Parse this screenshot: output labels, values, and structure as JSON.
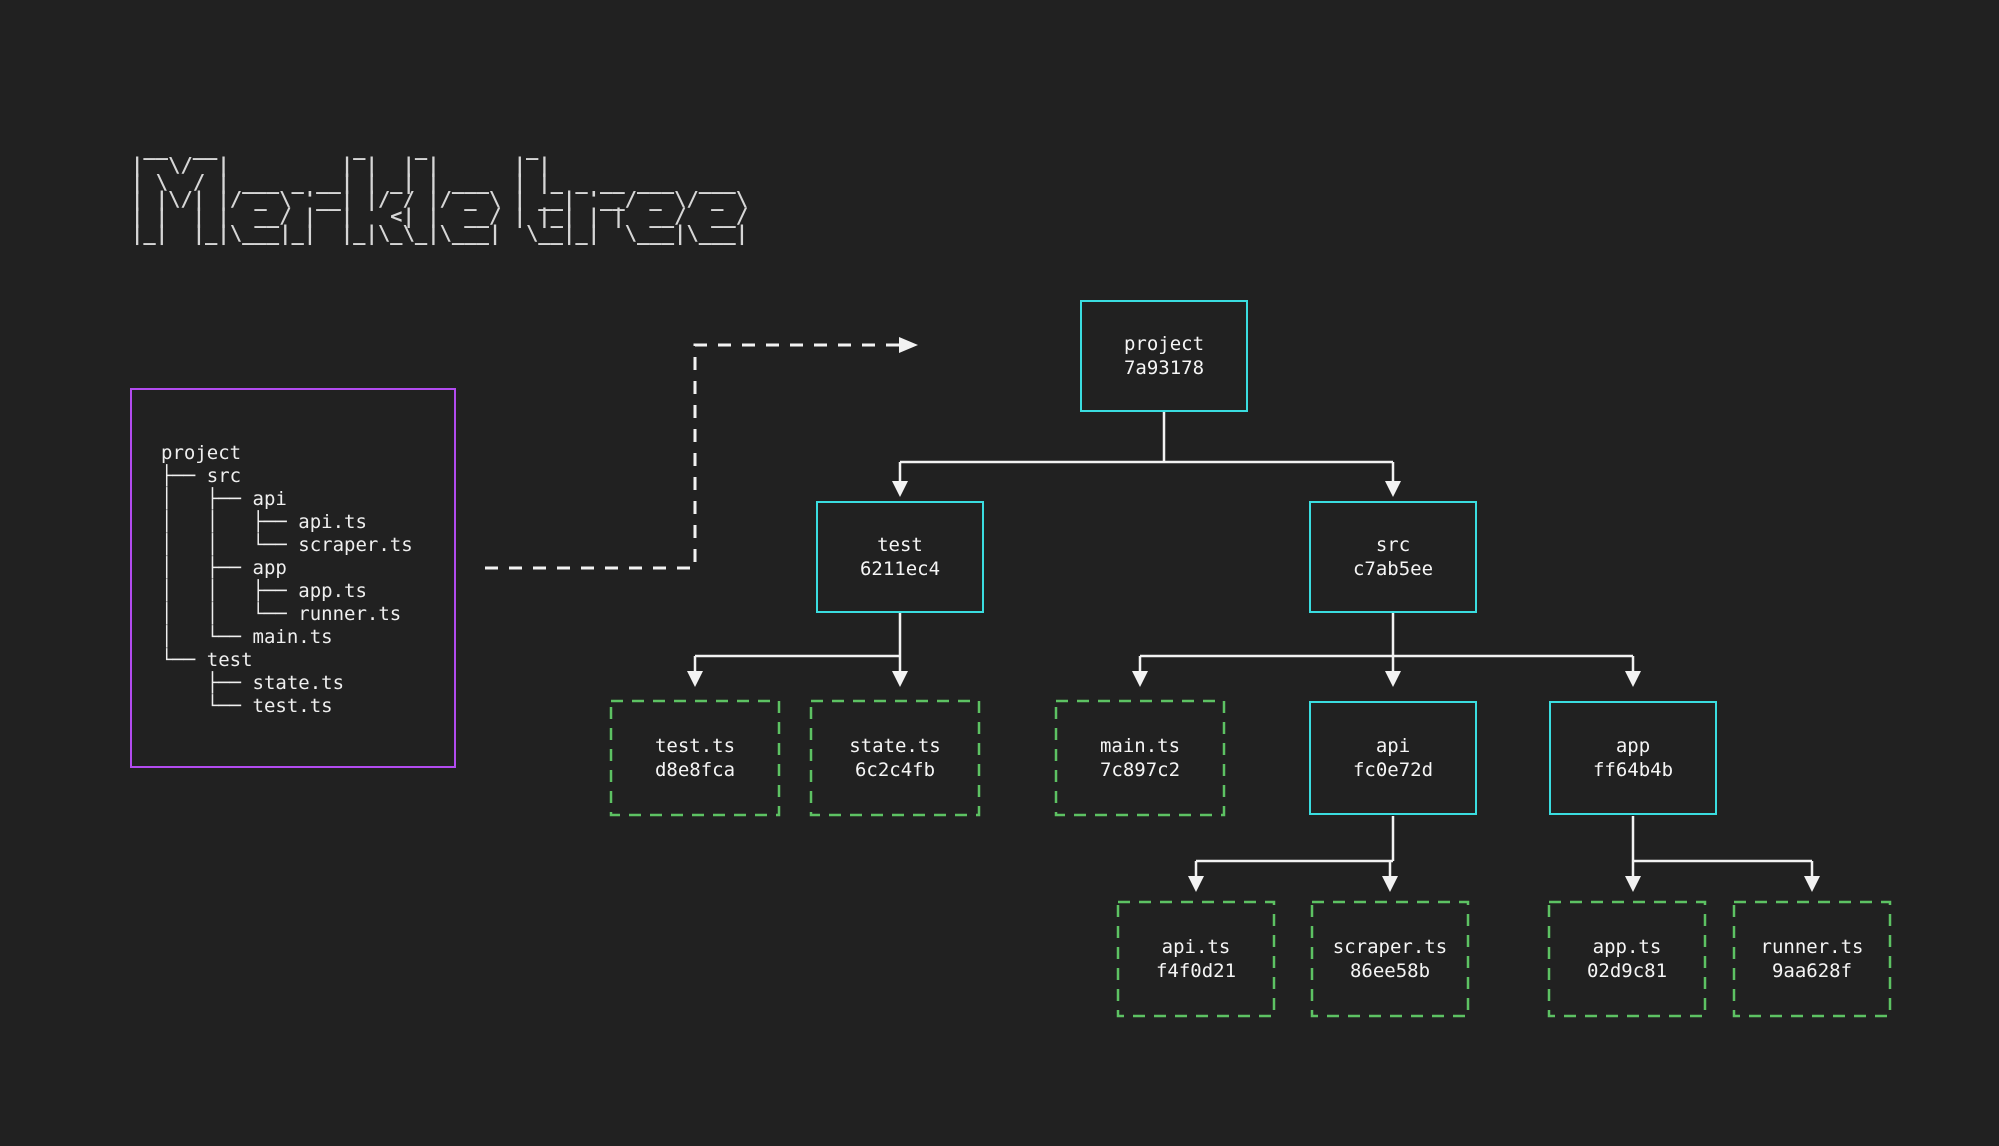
{
  "title": {
    "text": "Merkle tree",
    "ascii": " __  __           _    _        _                 \n|  \\/  |         | |  | |      | |                \n| \\  / | ___ _ __| | _| | ___  | |_ _ __ ___  ___ \n| |\\/| |/ _ \\ '__| |/ / |/ _ \\ | __| '__/ _ \\/ _ \\\n| |  | |  __/ |  |   <| |  __/ | |_| | |  __/  __/\n|_|  |_|\\___|_|  |_|\\_\\_|\\___|  \\__|_|  \\___|\\___|"
  },
  "file_tree": {
    "ascii": "project\n├── src\n│   ├── api\n│   │   ├── api.ts\n│   │   └── scraper.ts\n│   ├── app\n│   │   ├── app.ts\n│   │   └── runner.ts\n│   └── main.ts\n└── test\n    ├── state.ts\n    └── test.ts"
  },
  "nodes": {
    "project": {
      "label": "project",
      "hash": "7a93178"
    },
    "test": {
      "label": "test",
      "hash": "6211ec4"
    },
    "src": {
      "label": "src",
      "hash": "c7ab5ee"
    },
    "test_ts": {
      "label": "test.ts",
      "hash": "d8e8fca"
    },
    "state_ts": {
      "label": "state.ts",
      "hash": "6c2c4fb"
    },
    "main_ts": {
      "label": "main.ts",
      "hash": "7c897c2"
    },
    "api": {
      "label": "api",
      "hash": "fc0e72d"
    },
    "app": {
      "label": "app",
      "hash": "ff64b4b"
    },
    "api_ts": {
      "label": "api.ts",
      "hash": "f4f0d21"
    },
    "scraper_ts": {
      "label": "scraper.ts",
      "hash": "86ee58b"
    },
    "app_ts": {
      "label": "app.ts",
      "hash": "02d9c81"
    },
    "runner_ts": {
      "label": "runner.ts",
      "hash": "9aa628f"
    }
  },
  "colors": {
    "background": "#212121",
    "directory_node_border": "#3adde0",
    "file_node_border": "#5dc263",
    "source_box_border": "#b24bf0",
    "connector_line": "#f2f2f2",
    "text": "#f5f5f5"
  }
}
